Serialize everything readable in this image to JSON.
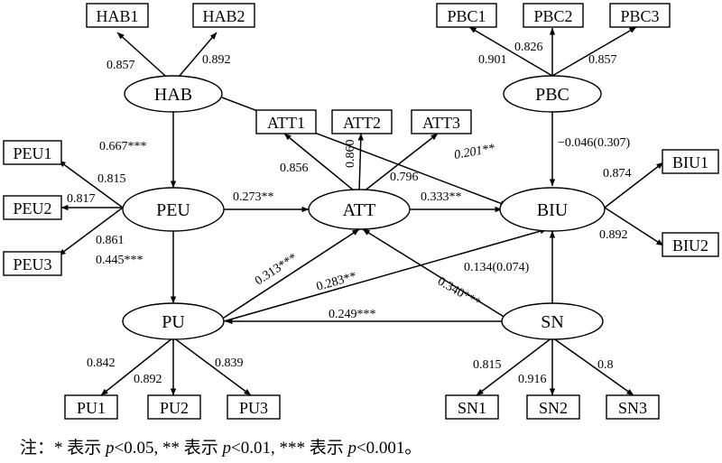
{
  "constructs": {
    "HAB": "HAB",
    "PEU": "PEU",
    "PU": "PU",
    "ATT": "ATT",
    "BIU": "BIU",
    "PBC": "PBC",
    "SN": "SN"
  },
  "indicators": {
    "HAB1": "HAB1",
    "HAB2": "HAB2",
    "PBC1": "PBC1",
    "PBC2": "PBC2",
    "PBC3": "PBC3",
    "PEU1": "PEU1",
    "PEU2": "PEU2",
    "PEU3": "PEU3",
    "ATT1": "ATT1",
    "ATT2": "ATT2",
    "ATT3": "ATT3",
    "BIU1": "BIU1",
    "BIU2": "BIU2",
    "PU1": "PU1",
    "PU2": "PU2",
    "PU3": "PU3",
    "SN1": "SN1",
    "SN2": "SN2",
    "SN3": "SN3"
  },
  "loadings": {
    "HAB_HAB1": "0.857",
    "HAB_HAB2": "0.892",
    "PBC_PBC1": "0.901",
    "PBC_PBC2": "0.826",
    "PBC_PBC3": "0.857",
    "PEU_PEU1": "0.815",
    "PEU_PEU2": "0.817",
    "PEU_PEU3": "0.861",
    "ATT_ATT1": "0.856",
    "ATT_ATT2": "0.860",
    "ATT_ATT3": "0.796",
    "BIU_BIU1": "0.874",
    "BIU_BIU2": "0.892",
    "PU_PU1": "0.842",
    "PU_PU2": "0.892",
    "PU_PU3": "0.839",
    "SN_SN1": "0.815",
    "SN_SN2": "0.916",
    "SN_SN3": "0.8"
  },
  "paths": {
    "HAB_PEU": "0.667***",
    "HAB_BIU": "0.201**",
    "PEU_ATT": "0.273**",
    "PEU_PU": "0.445***",
    "ATT_BIU": "0.333**",
    "PBC_BIU": "−0.046(0.307)",
    "PU_ATT": "0.313***",
    "PU_BIU": "0.283**",
    "SN_PU": "0.249***",
    "SN_ATT": "0.340***",
    "SN_BIU": "0.134(0.074)"
  },
  "footnote": {
    "prefix": "注：* 表示 ",
    "p": "p",
    "t1": "<0.05, ** 表示 ",
    "t2": "<0.01, *** 表示 ",
    "t3": "<0.001。"
  }
}
